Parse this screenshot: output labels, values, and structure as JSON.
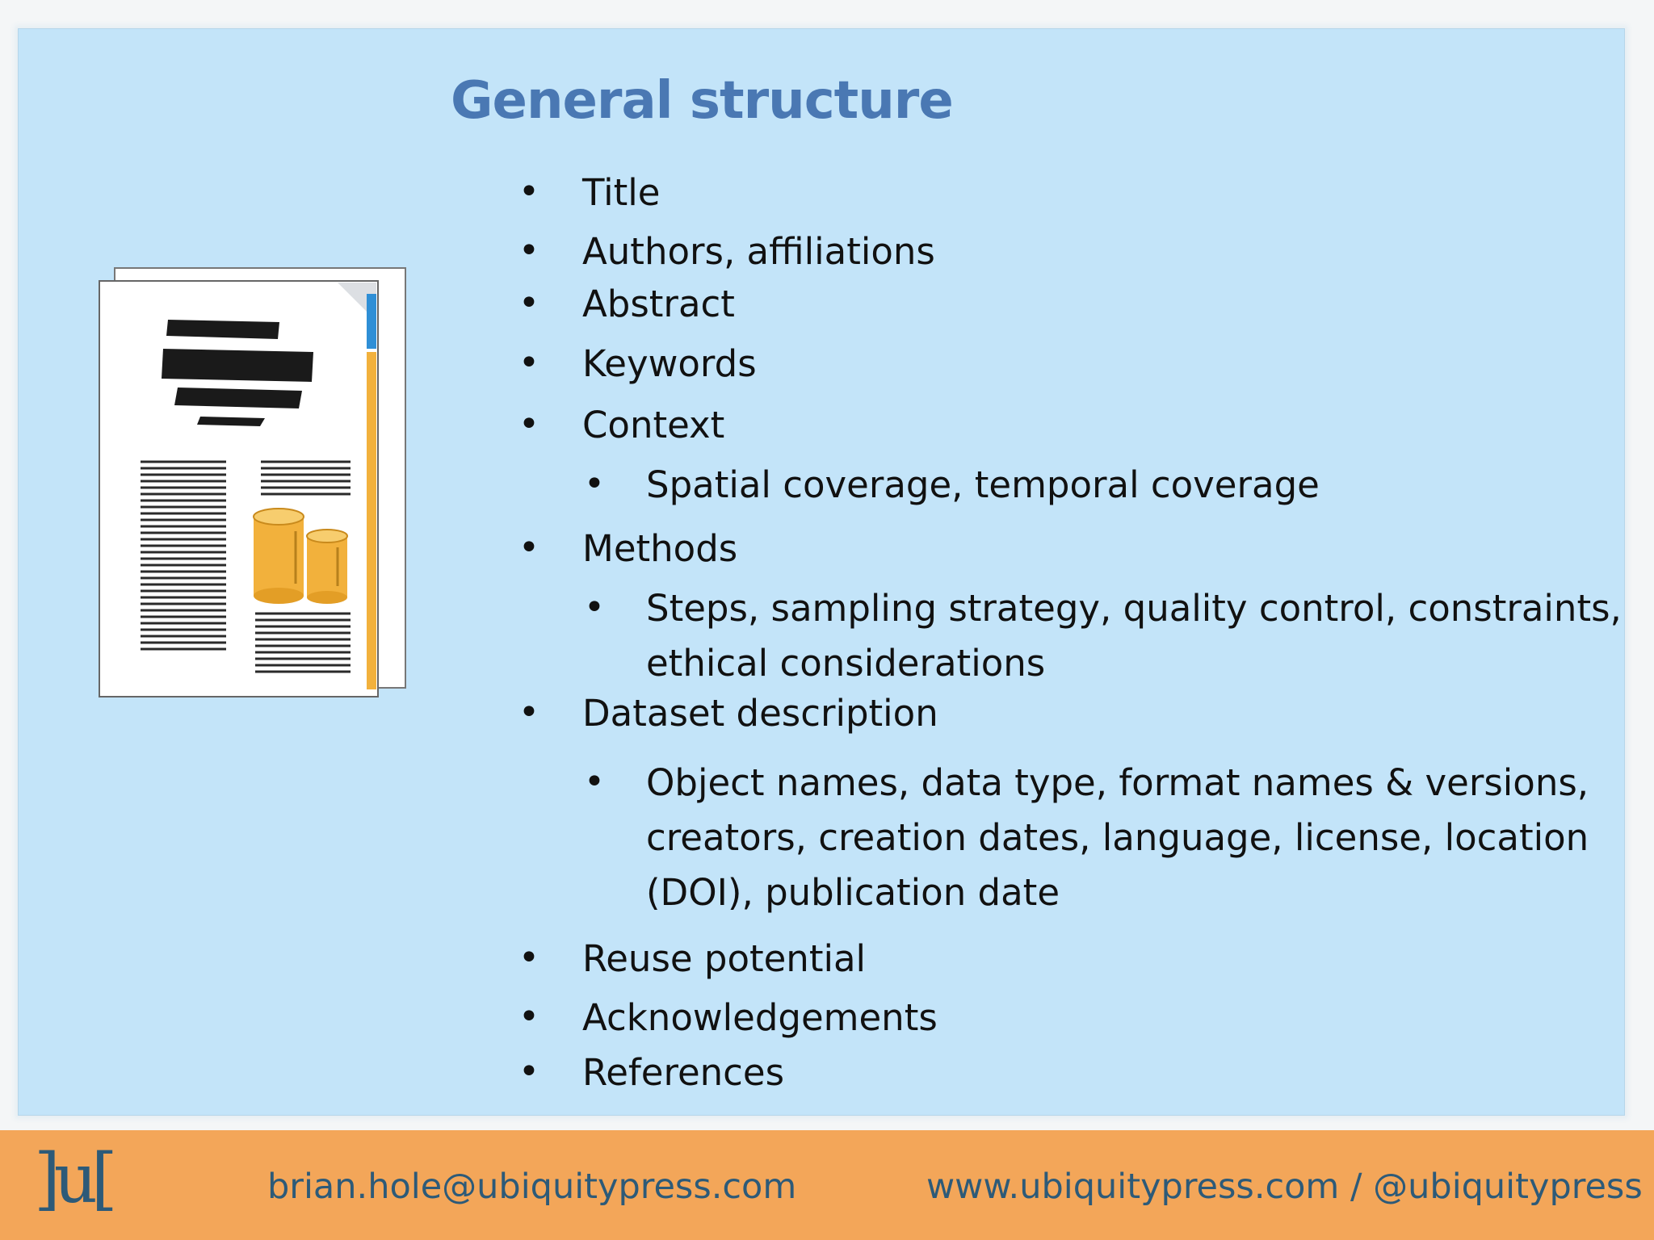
{
  "slide": {
    "title": "General structure",
    "items": [
      {
        "text": "Title",
        "level": 1
      },
      {
        "text": "Authors, affiliations",
        "level": 1
      },
      {
        "text": "Abstract",
        "level": 1
      },
      {
        "text": "Keywords",
        "level": 1
      },
      {
        "text": "Context",
        "level": 1
      },
      {
        "text": "Spatial coverage, temporal coverage",
        "level": 2
      },
      {
        "text": "Methods",
        "level": 1
      },
      {
        "text": "Steps, sampling strategy, quality control, constraints,",
        "level": 2
      },
      {
        "text": "ethical considerations",
        "level": 2
      },
      {
        "text": "Dataset description",
        "level": 1
      },
      {
        "text": "Object names, data type, format names & versions,",
        "level": 2
      },
      {
        "text": "creators, creation dates, language, license, location",
        "level": 2
      },
      {
        "text": "(DOI), publication date",
        "level": 2
      },
      {
        "text": "Reuse potential",
        "level": 1
      },
      {
        "text": "Acknowledgements",
        "level": 1
      },
      {
        "text": "References",
        "level": 1
      }
    ],
    "bullet_symbol": "•"
  },
  "footer": {
    "logo": "]u[",
    "email": "brian.hole@ubiquitypress.com",
    "web": "www.ubiquitypress.com / @ubiquitypress"
  },
  "colors": {
    "panel": "#c3e4f9",
    "title": "#4a78b3",
    "footer_bar": "#f3a659",
    "footer_text": "#2d5a78",
    "cylinder": "#f2b13c",
    "accent_blue": "#2f8fd6"
  },
  "icons": {
    "illustration": "data-paper-document-icon"
  }
}
